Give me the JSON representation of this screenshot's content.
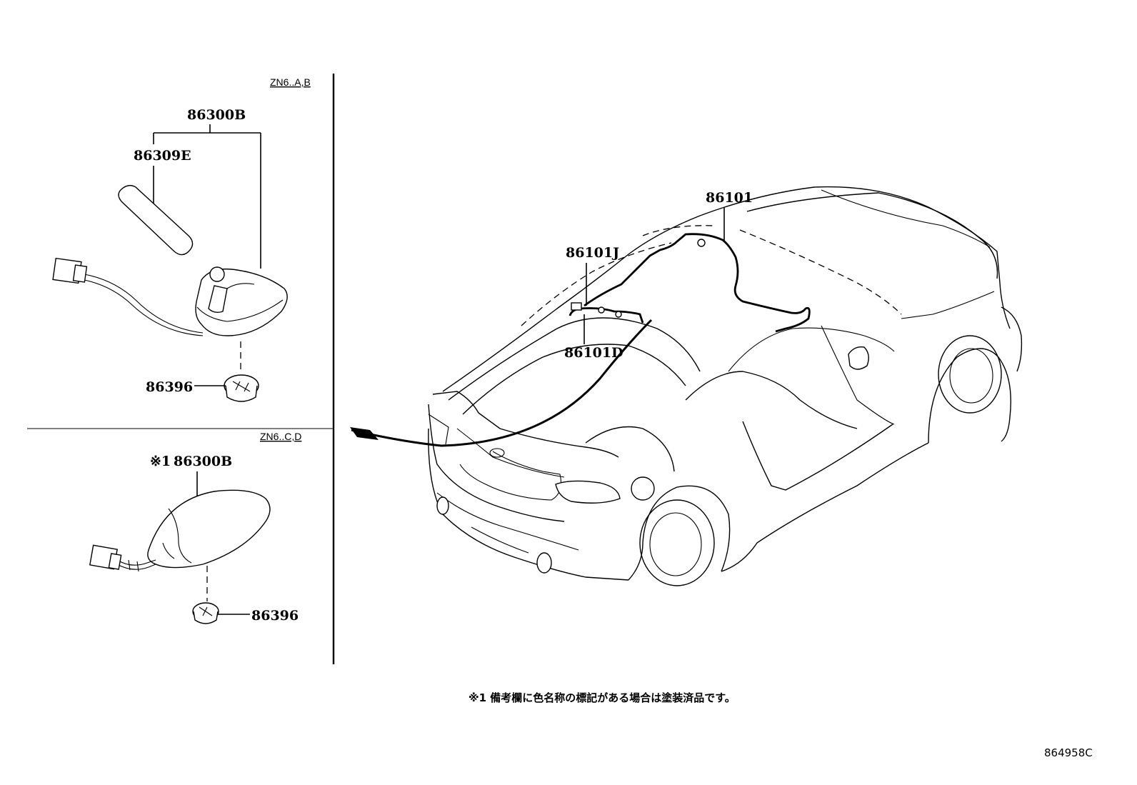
{
  "variants": {
    "top": {
      "code": "ZN6..A,B",
      "parts": {
        "antenna_assy": "86300B",
        "antenna_rod": "86309E",
        "base_nut": "86396"
      }
    },
    "bottom": {
      "code": "ZN6..C,D",
      "parts": {
        "antenna_assy_mark": "※1",
        "antenna_assy": "86300B",
        "base_nut": "86396"
      }
    }
  },
  "vehicle_parts": {
    "cord_main": "86101",
    "cord_j": "86101J",
    "cord_d": "86101D"
  },
  "footnote": "※1 備考欄に色名称の標記がある場合は塗装済品です。",
  "illustration_code": "864958C"
}
